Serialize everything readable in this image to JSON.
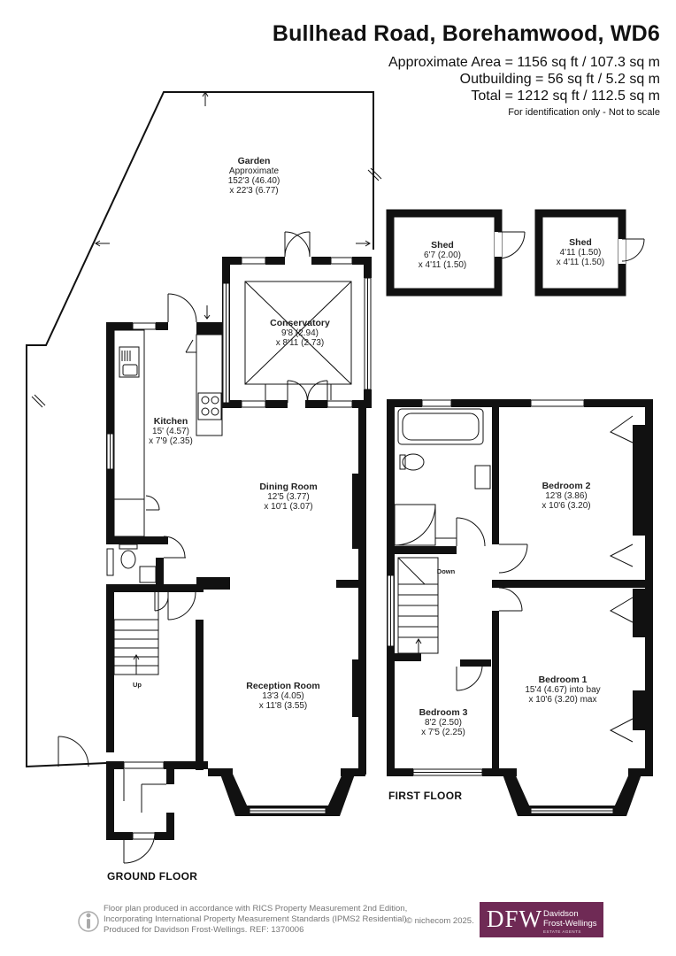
{
  "header": {
    "title": "Bullhead Road, Borehamwood, WD6",
    "approx_area": "Approximate Area = 1156 sq ft / 107.3 sq m",
    "outbuilding": "Outbuilding = 56 sq ft / 5.2 sq m",
    "total": "Total = 1212 sq ft / 112.5 sq m",
    "note": "For identification only - Not to scale"
  },
  "rooms": {
    "garden": {
      "name": "Garden",
      "line1": "Approximate",
      "line2": "152'3 (46.40)",
      "line3": "x 22'3 (6.77)"
    },
    "shed1": {
      "name": "Shed",
      "line1": "6'7 (2.00)",
      "line2": "x 4'11 (1.50)"
    },
    "shed2": {
      "name": "Shed",
      "line1": "4'11 (1.50)",
      "line2": "x 4'11 (1.50)"
    },
    "conservatory": {
      "name": "Conservatory",
      "line1": "9'8 (2.94)",
      "line2": "x 8'11 (2.73)"
    },
    "kitchen": {
      "name": "Kitchen",
      "line1": "15' (4.57)",
      "line2": "x 7'9 (2.35)"
    },
    "dining": {
      "name": "Dining Room",
      "line1": "12'5 (3.77)",
      "line2": "x 10'1 (3.07)"
    },
    "reception": {
      "name": "Reception Room",
      "line1": "13'3 (4.05)",
      "line2": "x 11'8 (3.55)"
    },
    "bedroom2": {
      "name": "Bedroom 2",
      "line1": "12'8 (3.86)",
      "line2": "x 10'6 (3.20)"
    },
    "bedroom1": {
      "name": "Bedroom 1",
      "line1": "15'4 (4.67) into bay",
      "line2": "x 10'6 (3.20) max"
    },
    "bedroom3": {
      "name": "Bedroom 3",
      "line1": "8'2 (2.50)",
      "line2": "x 7'5 (2.25)"
    }
  },
  "stairs": {
    "up": "Up",
    "down": "Down"
  },
  "floors": {
    "ground": "GROUND FLOOR",
    "first": "FIRST FLOOR"
  },
  "footer": {
    "line1": "Floor plan produced in accordance with RICS Property Measurement 2nd Edition,",
    "line2": "Incorporating International Property Measurement Standards (IPMS2 Residential).",
    "line3": "Produced for Davidson Frost-Wellings.   REF: 1370006",
    "copyright": "© nichecom 2025.",
    "logo_mono": "DFW",
    "logo_name1": "Davidson",
    "logo_name2": "Frost-Wellings",
    "logo_sub": "ESTATE AGENTS"
  },
  "colors": {
    "wall": "#111111",
    "logo_bg": "#6f2a55",
    "footer_text": "#777777"
  }
}
